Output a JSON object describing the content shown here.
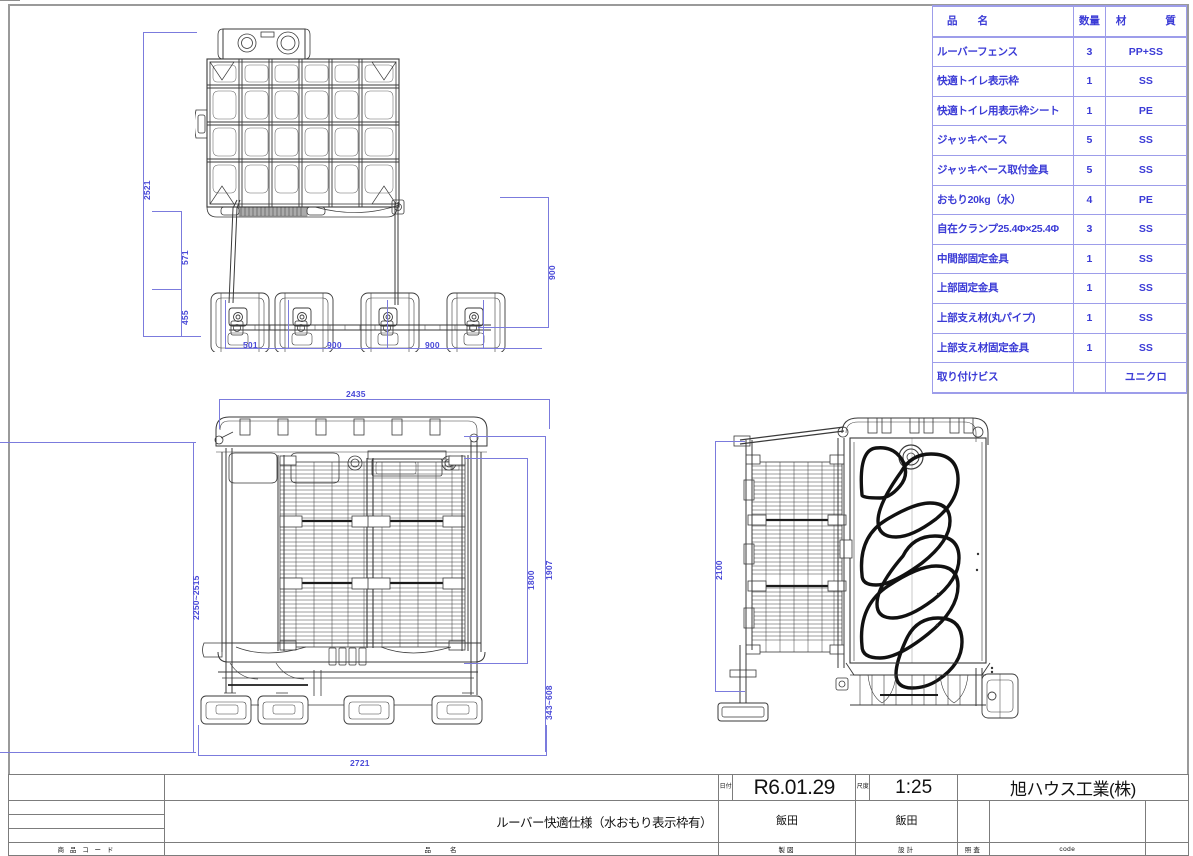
{
  "parts_table": {
    "headers": [
      "品　　名",
      "数量",
      "材　　質"
    ],
    "rows": [
      {
        "name": "ルーバーフェンス",
        "qty": "3",
        "material": "PP+SS"
      },
      {
        "name": "快適トイレ表示枠",
        "qty": "1",
        "material": "SS"
      },
      {
        "name": "快適トイレ用表示枠シート",
        "qty": "1",
        "material": "PE"
      },
      {
        "name": "ジャッキベース",
        "qty": "5",
        "material": "SS"
      },
      {
        "name": "ジャッキベース取付金具",
        "qty": "5",
        "material": "SS"
      },
      {
        "name": "おもり20kg（水）",
        "qty": "4",
        "material": "PE"
      },
      {
        "name": "自在クランプ25.4Φ×25.4Φ",
        "qty": "3",
        "material": "SS"
      },
      {
        "name": "中間部固定金具",
        "qty": "1",
        "material": "SS"
      },
      {
        "name": "上部固定金具",
        "qty": "1",
        "material": "SS"
      },
      {
        "name": "上部支え材(丸パイプ)",
        "qty": "1",
        "material": "SS"
      },
      {
        "name": "上部支え材固定金具",
        "qty": "1",
        "material": "SS"
      },
      {
        "name": "取り付けビス",
        "qty": "",
        "material": "ユニクロ"
      }
    ]
  },
  "views": {
    "top_plan": {
      "dims": {
        "overall_height": "2521",
        "upper_offset": "571",
        "lower_offset": "455",
        "right_span": "900",
        "pitch_1": "501",
        "pitch_2": "900",
        "pitch_3": "900"
      }
    },
    "front_elevation": {
      "dims": {
        "overall_width_top": "2435",
        "overall_width_bottom": "2721",
        "height_range": "2250~2515",
        "fence_height": "1800",
        "fence_height_outer": "1907",
        "leg_range": "343~608"
      }
    },
    "side_elevation": {
      "dims": {
        "fence_height": "2100"
      }
    }
  },
  "title_block": {
    "date_label": "日付",
    "date_value": "R6.01.29",
    "scale_label": "尺度",
    "scale_value": "1:25",
    "company": "旭ハウス工業(株)",
    "product_name": "ルーバー快適仕様（水おもり表示枠有）",
    "drafter": "飯田",
    "designer": "飯田",
    "checker": "",
    "code_value": "",
    "footer": {
      "product_code": "商 品 コ ー ド",
      "item_name": "品　　名",
      "drafting": "製図",
      "design": "設計",
      "check": "照査",
      "code": "code"
    }
  },
  "colors": {
    "dimension_blue": "#4a4ad8",
    "table_blue": "#3b3bd6",
    "frame_gray": "#9a9a9a",
    "linework_dark": "#2a2a2a"
  }
}
